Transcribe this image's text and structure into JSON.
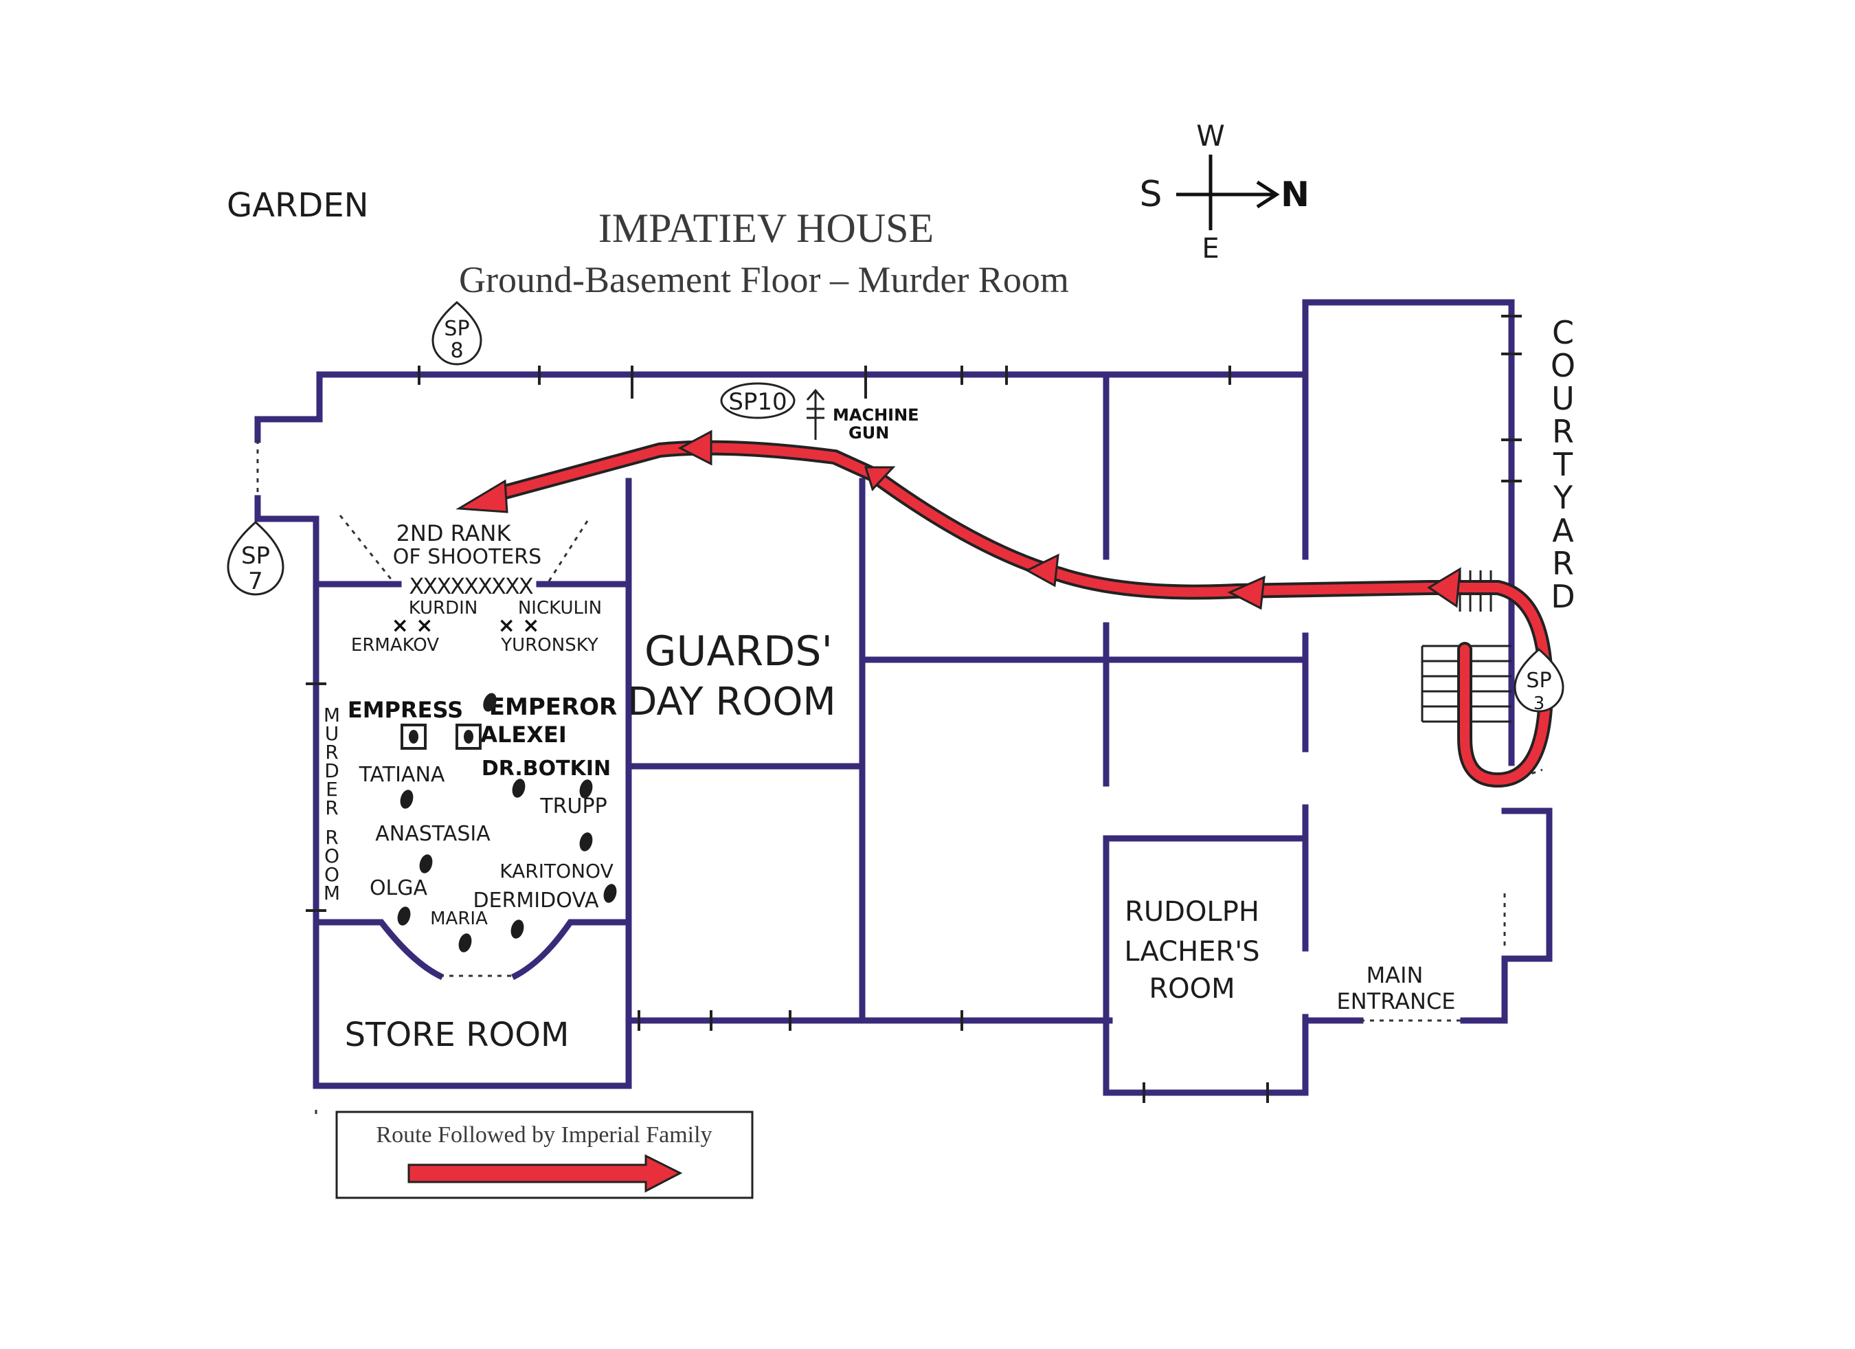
{
  "title": "IMPATIEV HOUSE",
  "subtitle": "Ground-Basement Floor – Murder Room",
  "compass": {
    "west": "W",
    "south": "S",
    "north": "N",
    "east": "E"
  },
  "areas": {
    "garden": "GARDEN",
    "courtyard": "COURTYARD",
    "murder_room": "MURDER ROOM",
    "guards_room_line1": "GUARDS'",
    "guards_room_line2": "DAY ROOM",
    "store_room": "STORE ROOM",
    "lacher_line1": "RUDOLPH",
    "lacher_line2": "LACHER'S",
    "lacher_line3": "ROOM",
    "main_entrance_line1": "MAIN",
    "main_entrance_line2": "ENTRANCE"
  },
  "markers": {
    "sp8": {
      "top": "SP",
      "bottom": "8"
    },
    "sp7": {
      "top": "SP",
      "bottom": "7"
    },
    "sp3": {
      "top": "SP",
      "bottom": "3"
    },
    "sp10": "SP10",
    "machine_gun_line1": "MACHINE",
    "machine_gun_line2": "GUN"
  },
  "shooters": {
    "second_rank_line1": "2ND RANK",
    "second_rank_line2": "OF SHOOTERS",
    "kurdin": "KURDIN",
    "nickulin": "NICKULIN",
    "ermakov": "ERMAKOV",
    "yuronsky": "YURONSKY"
  },
  "victims": {
    "empress": "EMPRESS",
    "emperor": "EMPEROR",
    "alexei": "ALEXEI",
    "tatiana": "TATIANA",
    "botkin": "DR.BOTKIN",
    "trupp": "TRUPP",
    "anastasia": "ANASTASIA",
    "karitonov": "KARITONOV",
    "olga": "OLGA",
    "dermidova": "DERMIDOVA",
    "maria": "MARIA"
  },
  "legend": {
    "label": "Route Followed by Imperial Family"
  },
  "colors": {
    "route": "#e8303c",
    "walls": "#3a2a7a"
  }
}
